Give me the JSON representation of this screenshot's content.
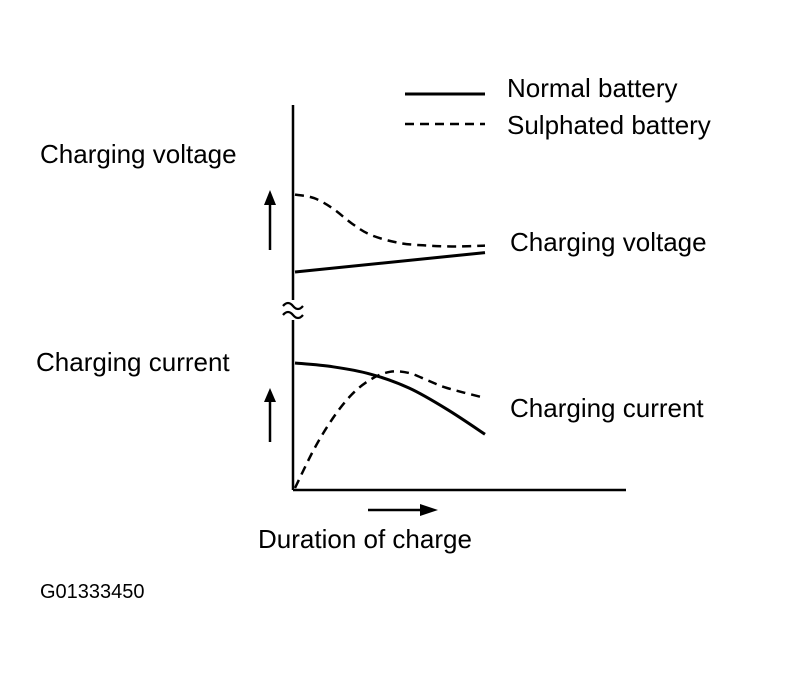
{
  "chart_data": {
    "type": "line",
    "x_label": "Duration of charge",
    "figure_code": "G01333450",
    "legend": [
      {
        "label": "Normal battery",
        "style": "solid"
      },
      {
        "label": "Sulphated battery",
        "style": "dashed"
      }
    ],
    "grid": false,
    "legend_position": "top-right",
    "x_range": [
      0,
      1
    ],
    "panels": [
      {
        "name": "voltage",
        "y_label": "Charging voltage",
        "curve_label": "Charging voltage",
        "y_range": [
          0,
          1
        ],
        "series": [
          {
            "name": "Normal battery",
            "style": "solid",
            "x": [
              0,
              1
            ],
            "y": [
              0.0,
              0.22
            ]
          },
          {
            "name": "Sulphated battery",
            "style": "dashed",
            "x": [
              0,
              0.1,
              0.2,
              0.3,
              0.4,
              0.55,
              0.7,
              0.85,
              1.0
            ],
            "y": [
              0.88,
              0.84,
              0.72,
              0.55,
              0.42,
              0.33,
              0.3,
              0.29,
              0.3
            ]
          }
        ]
      },
      {
        "name": "current",
        "y_label": "Charging current",
        "curve_label": "Charging current",
        "y_range": [
          0,
          1
        ],
        "series": [
          {
            "name": "Normal battery",
            "style": "solid",
            "x": [
              0,
              0.2,
              0.4,
              0.6,
              0.8,
              1.0
            ],
            "y": [
              1.0,
              0.97,
              0.91,
              0.8,
              0.63,
              0.43
            ]
          },
          {
            "name": "Sulphated battery",
            "style": "dashed",
            "x": [
              0,
              0.1,
              0.2,
              0.3,
              0.4,
              0.5,
              0.6,
              0.7,
              0.8,
              1.0
            ],
            "y": [
              0.0,
              0.31,
              0.56,
              0.75,
              0.87,
              0.93,
              0.92,
              0.86,
              0.8,
              0.72
            ]
          }
        ]
      }
    ]
  },
  "colors": {
    "ink": "#000000",
    "background": "#ffffff"
  }
}
